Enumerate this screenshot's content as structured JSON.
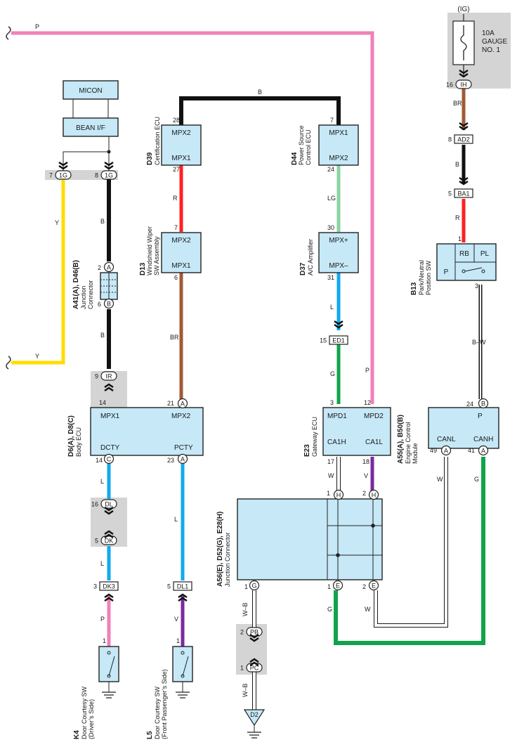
{
  "wires": [
    {
      "id": "p_top",
      "color": "#f080b8",
      "label": "P"
    },
    {
      "id": "b_top",
      "color": "#111111",
      "label": "B"
    },
    {
      "id": "r_cert",
      "color": "#ff2020",
      "label": "R"
    },
    {
      "id": "br_wiper",
      "color": "#a05a34",
      "label": "BR"
    },
    {
      "id": "lg",
      "color": "#88d4a0",
      "label": "LG"
    },
    {
      "id": "l_ac",
      "color": "#10aaee",
      "label": "L"
    },
    {
      "id": "g_gw",
      "color": "#10a44a",
      "label": "G"
    },
    {
      "id": "p_gw",
      "color": "#f080b8",
      "label": "P"
    },
    {
      "id": "br_ign",
      "color": "#a05a34",
      "label": "BR"
    },
    {
      "id": "b_ign",
      "color": "#111111",
      "label": "B"
    },
    {
      "id": "r_ign",
      "color": "#ff2020",
      "label": "R"
    },
    {
      "id": "bw",
      "color": "#111111",
      "label": "B–W"
    },
    {
      "id": "y",
      "color": "#ffdd00",
      "label": "Y"
    },
    {
      "id": "y_bottom",
      "color": "#ffdd00",
      "label": "Y"
    },
    {
      "id": "b_left",
      "color": "#111111",
      "label": "B"
    },
    {
      "id": "b_left2",
      "color": "#111111",
      "label": "B"
    },
    {
      "id": "l_left",
      "color": "#10aaee",
      "label": "L"
    },
    {
      "id": "l_left2",
      "color": "#10aaee",
      "label": "L"
    },
    {
      "id": "p_left",
      "color": "#f080b8",
      "label": "P"
    },
    {
      "id": "l_mid",
      "color": "#10aaee",
      "label": "L"
    },
    {
      "id": "v_mid",
      "color": "#7a2aa0",
      "label": "V"
    },
    {
      "id": "w_gw",
      "color": "#ffffff",
      "label": "W"
    },
    {
      "id": "v_gw",
      "color": "#7a2aa0",
      "label": "V"
    },
    {
      "id": "w_ecm",
      "color": "#ffffff",
      "label": "W"
    },
    {
      "id": "g_ecm",
      "color": "#10a44a",
      "label": "G"
    },
    {
      "id": "w_jc",
      "color": "#ffffff",
      "label": "W"
    },
    {
      "id": "g_jc",
      "color": "#10a44a",
      "label": "G"
    },
    {
      "id": "wb1",
      "color": "#ffffff",
      "label": "W–B"
    },
    {
      "id": "wb2",
      "color": "#ffffff",
      "label": "W–B"
    }
  ],
  "components": {
    "micon": {
      "label": "MICON"
    },
    "bean": {
      "label": "BEAN I/F"
    },
    "cert": {
      "id": "D39",
      "name": "Certification ECU",
      "pins": {
        "top": "28",
        "bottom": "27"
      },
      "terms": {
        "top": "MPX2",
        "bottom": "MPX1"
      }
    },
    "psecu": {
      "id": "D44",
      "name1": "Power Source",
      "name2": "Control ECU",
      "pins": {
        "top": "7",
        "bottom": "24"
      },
      "terms": {
        "top": "MPX1",
        "bottom": "MPX2"
      }
    },
    "wiper": {
      "id": "D13",
      "name1": "Windshield Wiper",
      "name2": "SW Assembly",
      "pins": {
        "top": "7",
        "bottom": "6"
      },
      "terms": {
        "top": "MPX2",
        "bottom": "MPX1"
      }
    },
    "ac": {
      "id": "D37",
      "name": "A/C Amplifier",
      "pins": {
        "top": "30",
        "bottom": "31"
      },
      "terms": {
        "top": "MPX+",
        "bottom": "MPX–"
      }
    },
    "fuse": {
      "supply": "(IG)",
      "amp": "10A",
      "name1": "GAUGE",
      "name2": "NO. 1"
    },
    "park": {
      "id": "B13",
      "name1": "Park/Neutral",
      "name2": "Position SW",
      "pin_in": "1",
      "pin_out": "3",
      "terms": {
        "rb": "RB",
        "pl": "PL",
        "p": "P"
      }
    },
    "jconn_left": {
      "id": "A41(A), D46(B)",
      "name1": "Junction",
      "name2": "Connector",
      "pin_top": "2",
      "pin_top_term": "A",
      "pin_bottom": "6",
      "pin_bottom_term": "B"
    },
    "body": {
      "id": "D6(A), D8(C)",
      "name": "Body ECU",
      "terms": {
        "mpx1": "MPX1",
        "mpx2": "MPX2",
        "dcty": "DCTY",
        "pcty": "PCTY"
      },
      "pins": {
        "mpx1": "14",
        "mpx2": "21",
        "mpx2_term": "A",
        "dcty": "14",
        "dcty_term": "C",
        "pcty": "23",
        "pcty_term": "A"
      }
    },
    "gateway": {
      "id": "E23",
      "name": "Gateway ECU",
      "terms": {
        "mpd1": "MPD1",
        "mpd2": "MPD2",
        "ca1h": "CA1H",
        "ca1l": "CA1L"
      },
      "pins": {
        "mpd1": "3",
        "mpd2": "12",
        "ca1h": "17",
        "ca1l": "18"
      }
    },
    "ecm": {
      "id": "A55(A), B50(B)",
      "name1": "Engine Control",
      "name2": "Module",
      "terms": {
        "p": "P",
        "canl": "CANL",
        "canh": "CANH"
      },
      "pins": {
        "p": "24",
        "p_term": "B",
        "canl": "49",
        "canl_term": "A",
        "canh": "41",
        "canh_term": "A"
      }
    },
    "jconn_big": {
      "id": "A56(E), D52(G), E28(H)",
      "name1": "Junction Connector",
      "pins": {
        "h1": "1",
        "h1_term": "H",
        "h2": "2",
        "h2_term": "H",
        "g1": "1",
        "g1_term": "G",
        "e1": "1",
        "e1_term": "E",
        "e2": "2",
        "e2_term": "E"
      }
    },
    "k4": {
      "id": "K4",
      "name1": "Door Courtesy SW",
      "name2": "(Driver’s Side)",
      "pin": "1"
    },
    "l5": {
      "id": "L5",
      "name1": "Door Courtesy SW",
      "name2": "(Front Passenger’s Side)",
      "pin": "1"
    },
    "d2": {
      "label": "D2"
    }
  },
  "connectors": {
    "ih": {
      "pin": "16",
      "label": "IH"
    },
    "ad2": {
      "pin": "8",
      "label": "AD2"
    },
    "ba1": {
      "pin": "5",
      "label": "BA1"
    },
    "ig1": {
      "pin": "7",
      "label": "1G"
    },
    "ig2": {
      "pin": "8",
      "label": "1G"
    },
    "ir": {
      "pin": "9",
      "label": "IR"
    },
    "ed1": {
      "pin": "15",
      "label": "ED1"
    },
    "dl16": {
      "pin": "16",
      "label": "DL"
    },
    "dk5": {
      "pin": "5",
      "label": "DK"
    },
    "dk3": {
      "pin": "3",
      "label": "DK3"
    },
    "dl1": {
      "pin": "5",
      "label": "DL1"
    },
    "pb": {
      "pin": "2",
      "label": "PB"
    },
    "pc": {
      "pin": "1",
      "label": "PC"
    }
  }
}
